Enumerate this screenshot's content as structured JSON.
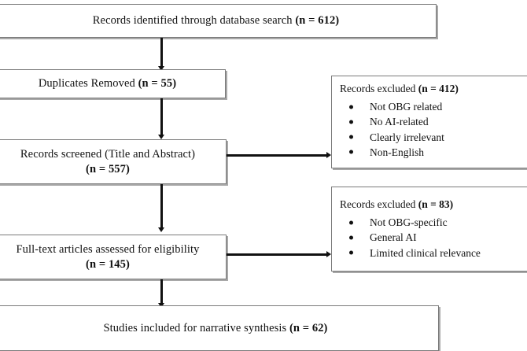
{
  "diagram": {
    "type": "prisma-flow-diagram",
    "nodes": {
      "identified": {
        "label": "Records identified through database search (n = 612)",
        "text_plain": "Records identified through database search",
        "count_label": "(n = 612)",
        "count": 612
      },
      "duplicates": {
        "label": "Duplicates Removed (n = 55)",
        "text_plain": "Duplicates Removed",
        "count_label": "(n = 55)",
        "count": 55
      },
      "screened": {
        "line1": "Records screened (Title and Abstract)",
        "line2": "(n = 557)",
        "count": 557
      },
      "fulltext": {
        "line1": "Full-text articles assessed for eligibility",
        "line2": "(n = 145)",
        "count": 145
      },
      "included": {
        "label": "Studies included for narrative synthesis (n = 62)",
        "text_plain": "Studies included for narrative synthesis",
        "count_label": "(n = 62)",
        "count": 62
      },
      "excluded_screening": {
        "title_text": "Records excluded ",
        "title_count": "(n = 412)",
        "count": 412,
        "reasons": [
          "Not OBG related",
          "No AI-related",
          "Clearly irrelevant",
          "Non-English"
        ]
      },
      "excluded_eligibility": {
        "title_text": "Records excluded ",
        "title_count": "(n = 83)",
        "count": 83,
        "reasons": [
          "Not OBG-specific",
          "General AI",
          "Limited clinical relevance"
        ]
      }
    },
    "colors": {
      "box_border": "#7a7a7a",
      "box_shadow": "#a8a8a8",
      "connector": "#111111",
      "background": "#ffffff",
      "text": "#111111"
    }
  }
}
